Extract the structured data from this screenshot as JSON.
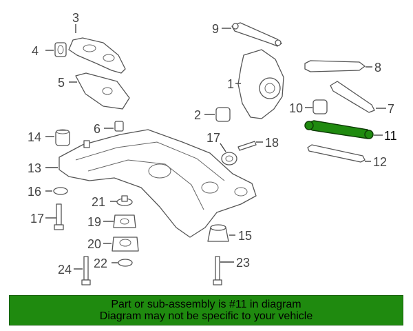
{
  "labels": [
    "1",
    "2",
    "3",
    "4",
    "5",
    "6",
    "7",
    "8",
    "9",
    "10",
    "11",
    "12",
    "13",
    "14",
    "15",
    "16",
    "17",
    "17",
    "18",
    "19",
    "20",
    "21",
    "22",
    "23",
    "24"
  ],
  "highlight_part": "11",
  "colors": {
    "highlight": "#1f8a0f",
    "banner_bg": "#1f8a0f",
    "line": "#555555"
  },
  "banner": {
    "line1": "Part or sub-assembly is #11 in diagram",
    "line2": "Diagram may not be specific to your vehicle"
  }
}
